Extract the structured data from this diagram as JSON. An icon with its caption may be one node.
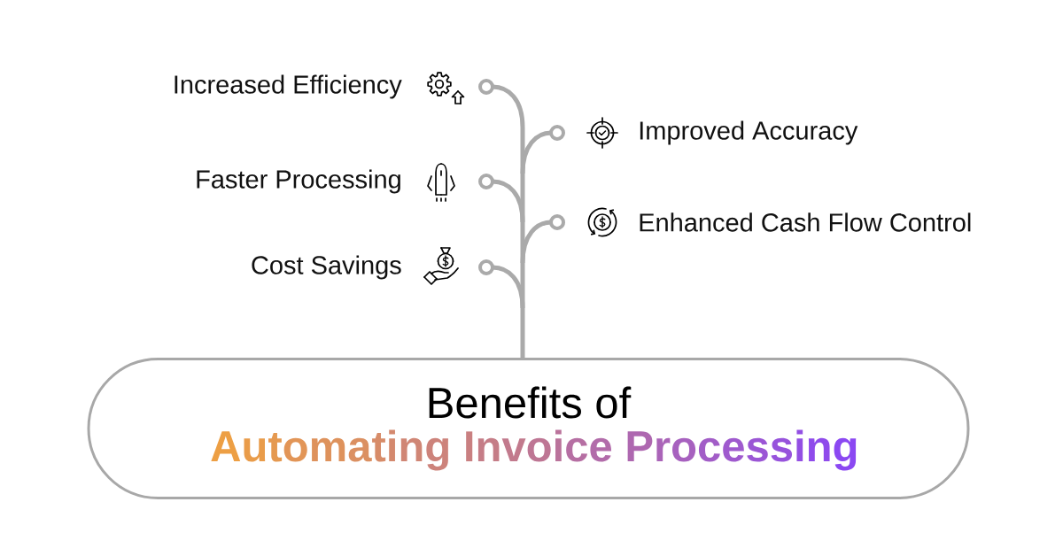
{
  "diagram": {
    "nodes": [
      {
        "text": [
          "Increased Efficiency"
        ]
      },
      {
        "text": [
          "Improved Accuracy"
        ]
      },
      {
        "text": [
          "Faster Processing"
        ]
      },
      {
        "text": [
          "Enhanced Cash Flow Control"
        ]
      },
      {
        "text": [
          "Cost Savings"
        ]
      },
      {
        "text": [
          "Benefits of",
          "Automating Invoice Processing"
        ]
      }
    ],
    "edges": [
      {
        "from": 5,
        "to": 0,
        "arrow": "other"
      },
      {
        "from": 5,
        "to": 1,
        "arrow": "other"
      },
      {
        "from": 5,
        "to": 2,
        "arrow": "other"
      },
      {
        "from": 5,
        "to": 3,
        "arrow": "other"
      },
      {
        "from": 5,
        "to": 4,
        "arrow": "other"
      }
    ]
  }
}
